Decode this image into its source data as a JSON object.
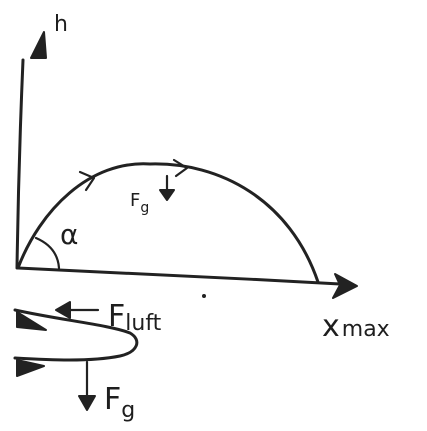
{
  "axes": {
    "vertical_label": "h",
    "horizontal_label": "x",
    "horizontal_label_sub": "max"
  },
  "trajectory": {
    "angle_label": "α",
    "force_label": "F",
    "force_label_sub": "g"
  },
  "projectile": {
    "air_force_label": "F",
    "air_force_label_sub": "luft",
    "gravity_label": "F",
    "gravity_label_sub": "g"
  },
  "colors": {
    "ink": "#222222",
    "background": "#ffffff"
  }
}
